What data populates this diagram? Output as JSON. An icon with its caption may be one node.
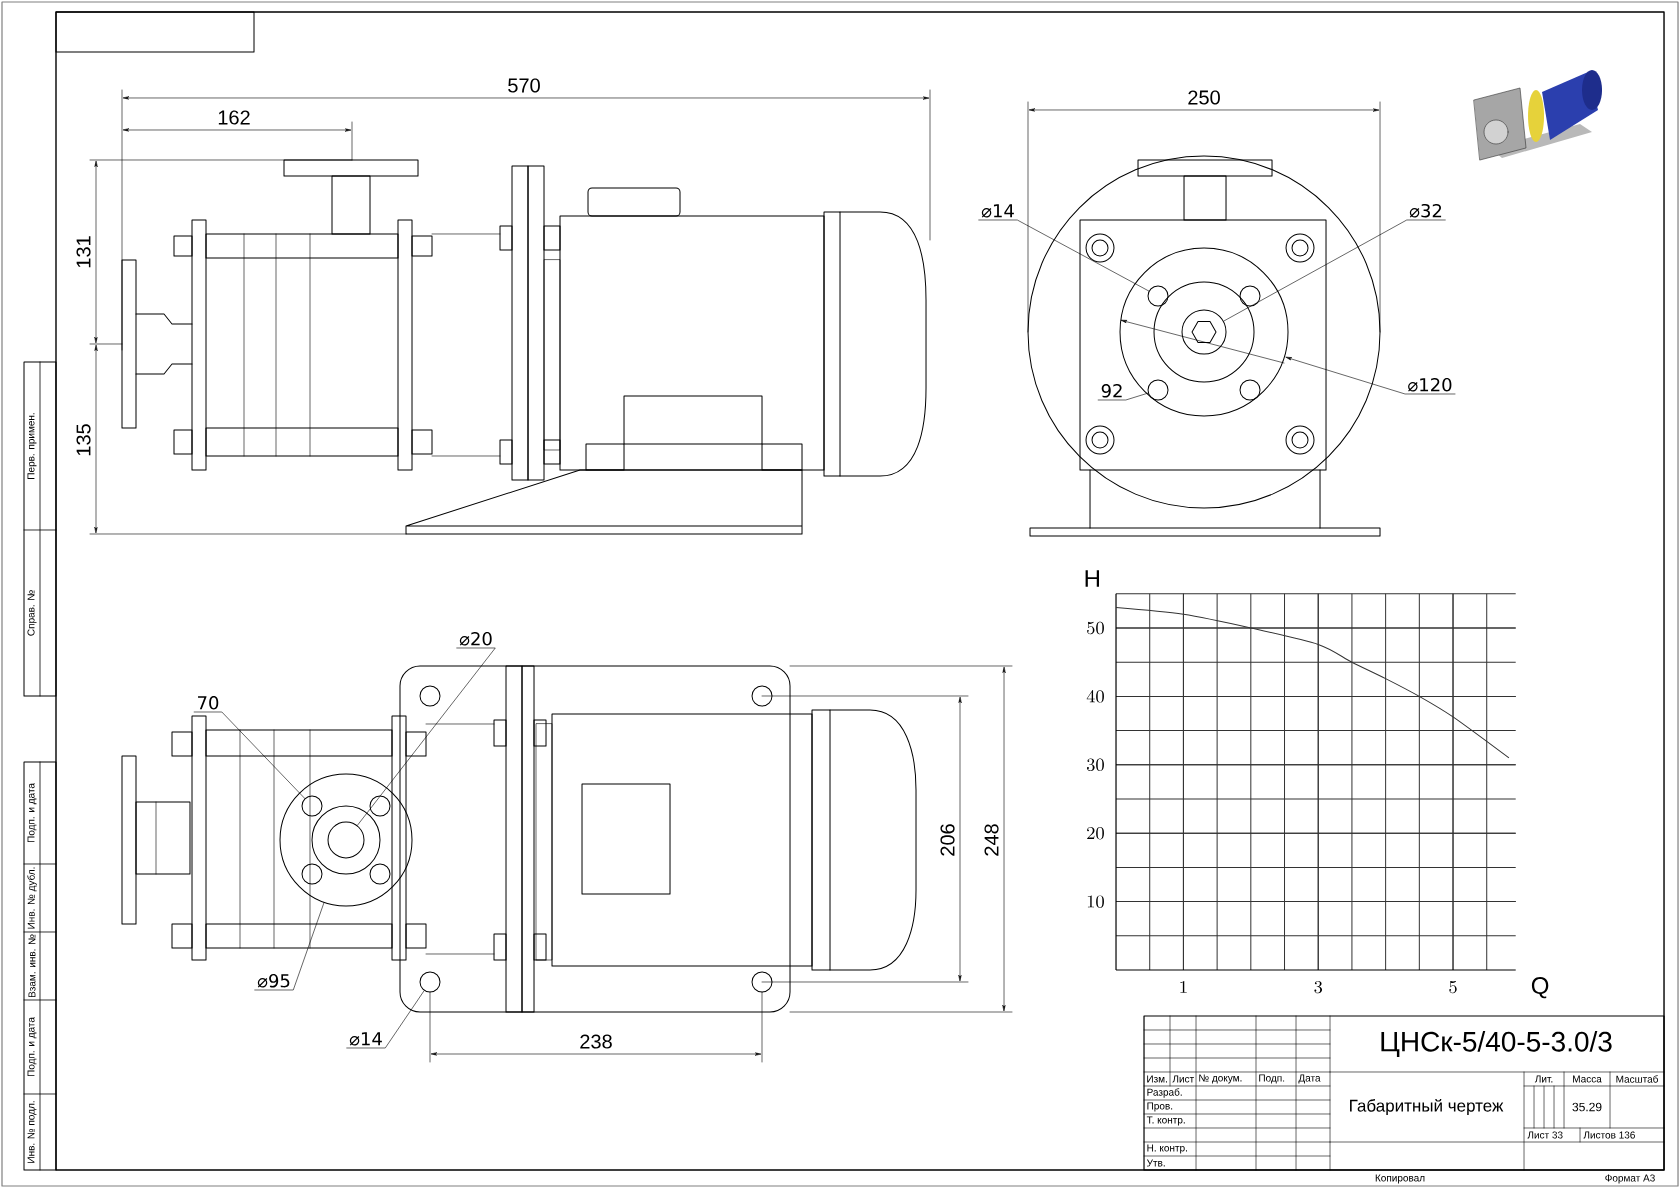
{
  "diagram": {
    "nodes": [
      {
        "text": [
          "⌀14"
        ]
      },
      {
        "text": [
          "⌀32"
        ]
      },
      {
        "text": [
          "⌀120"
        ]
      },
      {
        "text": [
          "92"
        ]
      },
      {
        "text": [
          "⌀20"
        ]
      },
      {
        "text": [
          "70"
        ]
      },
      {
        "text": [
          "⌀95"
        ]
      },
      {
        "text": [
          "⌀14"
        ]
      },
      {
        "text": [],
        "shape": "circle"
      },
      {
        "text": [],
        "shape": "circle",
        "in": 8
      },
      {
        "text": [],
        "shape": "circle",
        "in": 8
      },
      {
        "text": [],
        "shape": "circle",
        "in": 8
      },
      {
        "text": [],
        "shape": "circle"
      },
      {
        "text": [],
        "shape": "circle",
        "in": 12
      },
      {
        "text": [],
        "shape": "circle",
        "in": 12
      },
      {
        "text": [],
        "shape": "circle"
      }
    ],
    "edges": [
      {
        "from": 0,
        "to": 9,
        "arrow": "none"
      },
      {
        "from": 1,
        "to": 10,
        "arrow": "none"
      },
      {
        "from": 2,
        "to": 8,
        "arrow": "to"
      },
      {
        "from": 3,
        "to": 11,
        "arrow": "none"
      },
      {
        "from": 4,
        "to": 14,
        "arrow": "none"
      },
      {
        "from": 5,
        "to": 13,
        "arrow": "none"
      },
      {
        "from": 6,
        "to": 12,
        "arrow": "none"
      },
      {
        "from": 7,
        "to": 15,
        "arrow": "none"
      }
    ],
    "labels": [
      "570",
      "162",
      "131",
      "135",
      "250",
      "206",
      "248",
      "238",
      "Перв. примен.",
      "Справ. №",
      "Подп. и дата",
      "Инв. № дубл.",
      "Взам. инв. №",
      "Подп. и дата",
      "Инв. № подл.",
      "ЦНСк-5/40-5-3.0/3",
      "Изм.",
      "Лист",
      "№ докум.",
      "Подп.",
      "Дата",
      "Разраб.",
      "Габаритный чертеж",
      "Лит.",
      "Масса",
      "Масштаб",
      "Пров.",
      "35.29",
      "Т. контр.",
      "Лист 33",
      "Листов 136",
      "Н. контр.",
      "Утв.",
      "Копировал",
      "Формат А3"
    ],
    "chart_data": {
      "type": "line",
      "xlabel": "Q",
      "ylabel": "H",
      "grid": true,
      "x": [
        0,
        1,
        2,
        3,
        3.5,
        4,
        4.5,
        5,
        5.83
      ],
      "series": [
        {
          "color": "#333333",
          "values": [
            53,
            52,
            50,
            47.6,
            45,
            42.6,
            40,
            37,
            31
          ]
        }
      ],
      "xlim": [
        0,
        5.93
      ],
      "ylim": [
        0,
        55
      ],
      "xticks": [
        1,
        3,
        5
      ],
      "yticks": [
        10,
        20,
        30,
        40,
        50
      ]
    }
  }
}
